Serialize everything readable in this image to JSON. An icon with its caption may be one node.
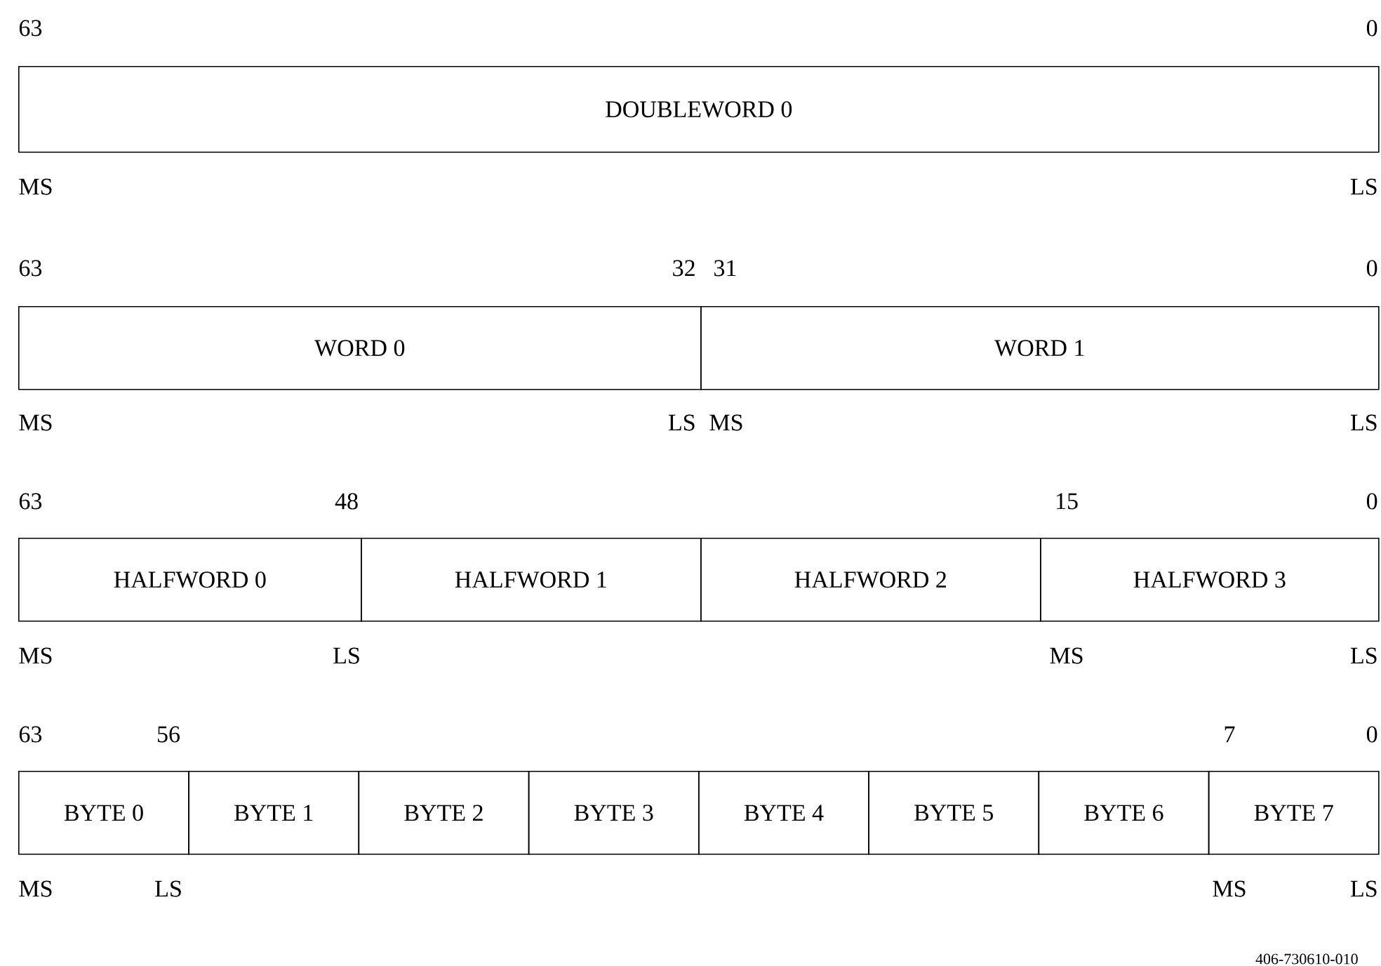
{
  "diagram": {
    "nodes": [
      {
        "text": [
          "DOUBLEWORD 0"
        ]
      },
      {
        "text": [
          "WORD 0"
        ]
      },
      {
        "text": [
          "WORD 1"
        ]
      },
      {
        "text": [
          "HALFWORD 0"
        ]
      },
      {
        "text": [
          "HALFWORD 1"
        ]
      },
      {
        "text": [
          "HALFWORD 2"
        ]
      },
      {
        "text": [
          "HALFWORD 3"
        ]
      },
      {
        "text": [
          "BYTE 0"
        ]
      },
      {
        "text": [
          "BYTE 1"
        ]
      },
      {
        "text": [
          "BYTE 2"
        ]
      },
      {
        "text": [
          "BYTE 3"
        ]
      },
      {
        "text": [
          "BYTE 4"
        ]
      },
      {
        "text": [
          "BYTE 5"
        ]
      },
      {
        "text": [
          "BYTE 6"
        ]
      },
      {
        "text": [
          "BYTE 7"
        ]
      }
    ],
    "labels": [
      "63",
      "0",
      "MS",
      "LS",
      "63",
      "32",
      "31",
      "0",
      "MS",
      "LS",
      "MS",
      "LS",
      "63",
      "48",
      "15",
      "0",
      "MS",
      "LS",
      "MS",
      "LS",
      "63",
      "56",
      "7",
      "0",
      "MS",
      "LS",
      "MS",
      "LS",
      "406-730610-010"
    ]
  }
}
